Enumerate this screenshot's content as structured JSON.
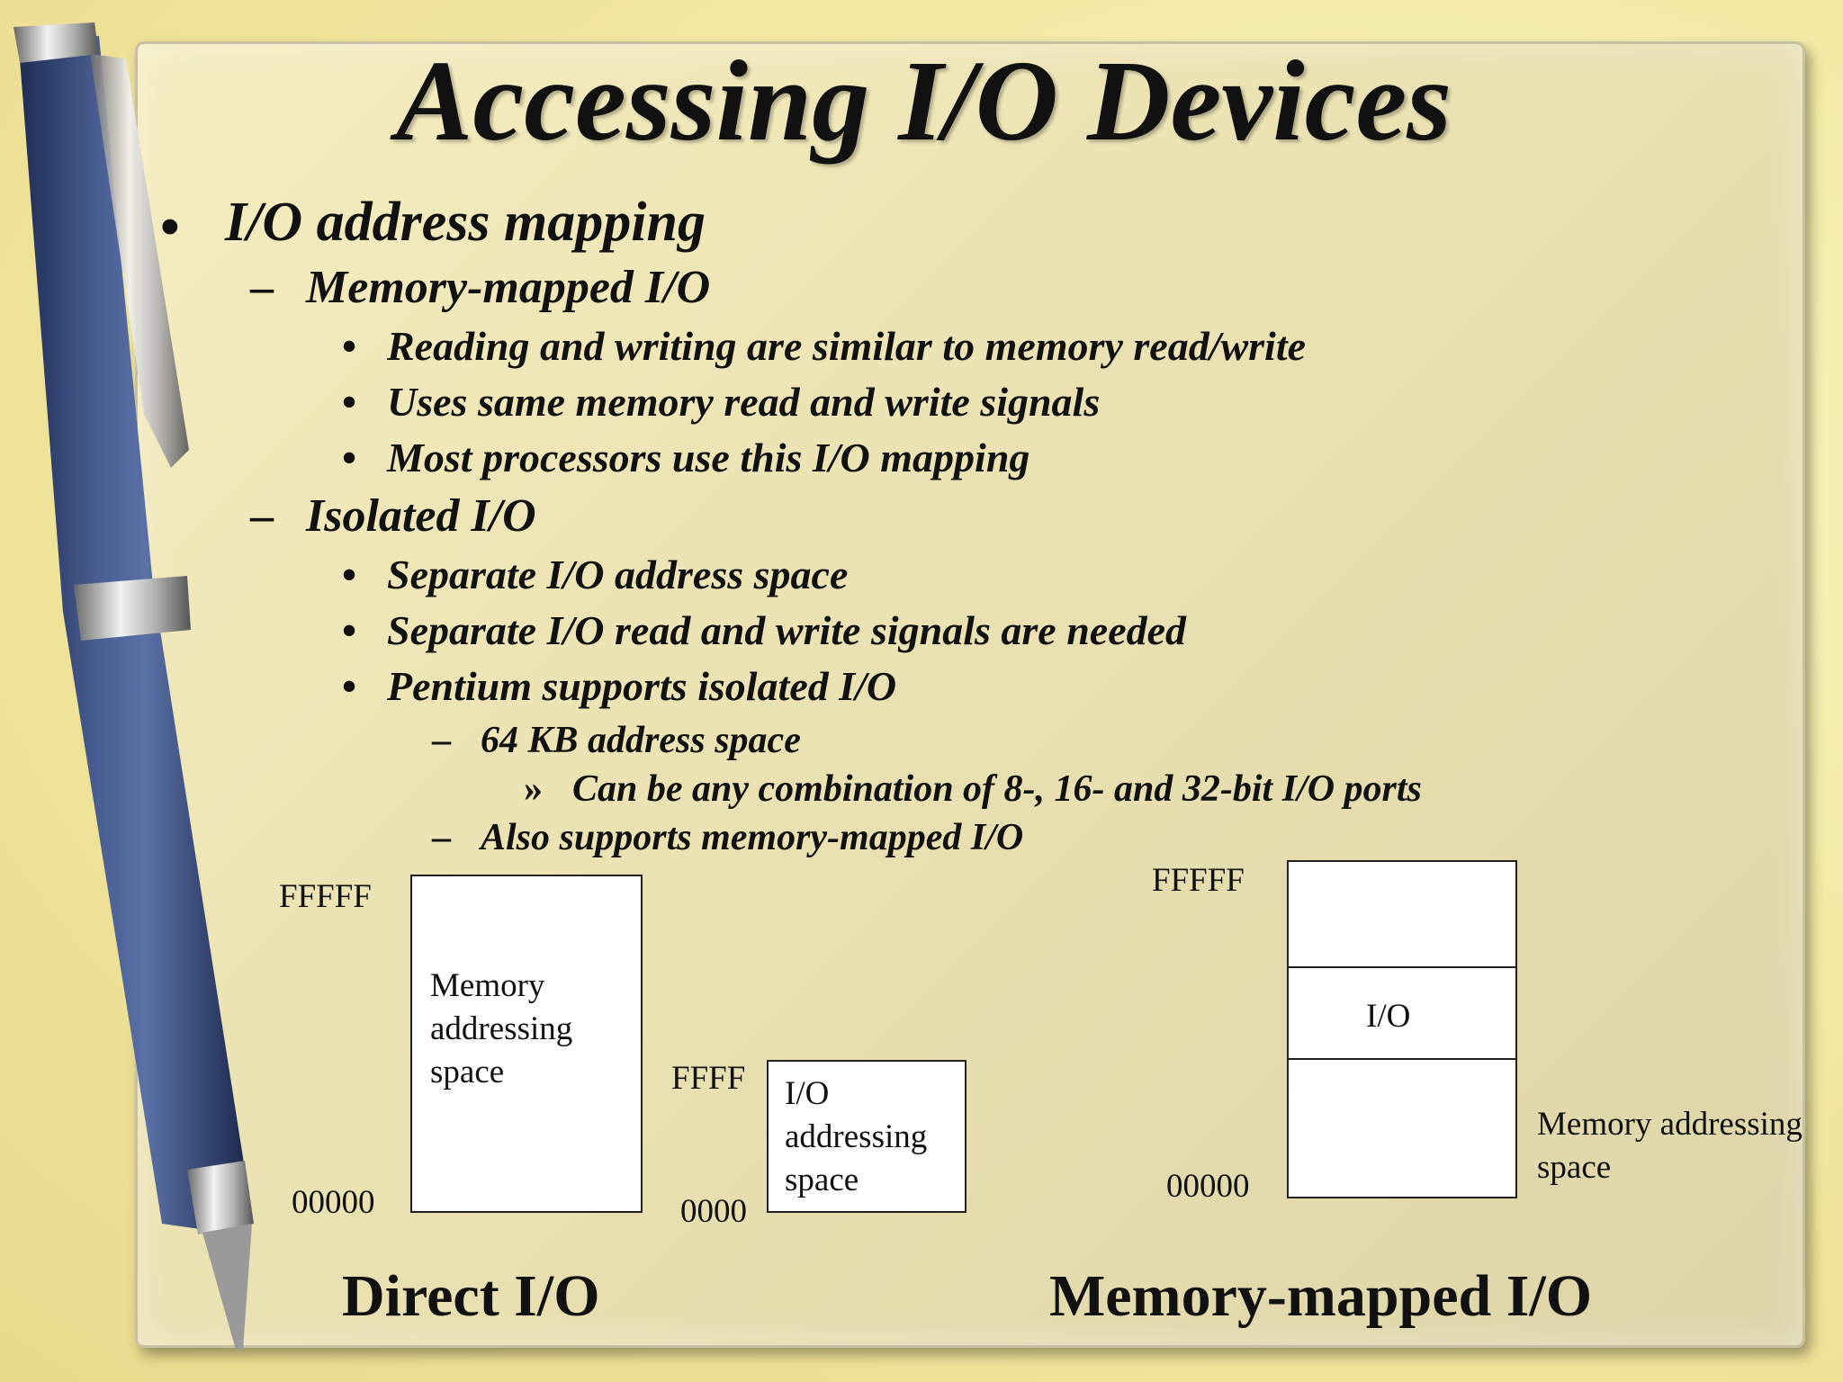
{
  "slide": {
    "title": "Accessing I/O Devices",
    "bullets": {
      "b1": "I/O address mapping",
      "b1_1": "Memory-mapped I/O",
      "b1_1_1": "Reading and writing are similar to memory read/write",
      "b1_1_2": "Uses same memory read and write signals",
      "b1_1_3": "Most processors use this I/O mapping",
      "b1_2": "Isolated I/O",
      "b1_2_1": "Separate I/O address space",
      "b1_2_2": "Separate I/O read and write signals are needed",
      "b1_2_3": "Pentium supports isolated I/O",
      "b1_2_3_1": "64 KB address space",
      "b1_2_3_1_1": "Can be any combination of 8-, 16- and 32-bit I/O ports",
      "b1_2_3_2": "Also supports memory-mapped I/O"
    },
    "markers": {
      "bullet": "•",
      "dash": "–",
      "raquo": "»"
    }
  },
  "direct_diagram": {
    "memory_top": "FFFFF",
    "memory_bottom": "00000",
    "memory_label": [
      "Memory",
      "addressing",
      "space"
    ],
    "io_top": "FFFF",
    "io_bottom": "0000",
    "io_label": [
      "I/O",
      "addressing",
      "space"
    ],
    "caption": "Direct I/O"
  },
  "mapped_diagram": {
    "top": "FFFFF",
    "bottom": "00000",
    "io_label": "I/O",
    "memory_label": [
      "Memory addressing",
      "space"
    ],
    "caption": "Memory-mapped I/O"
  }
}
